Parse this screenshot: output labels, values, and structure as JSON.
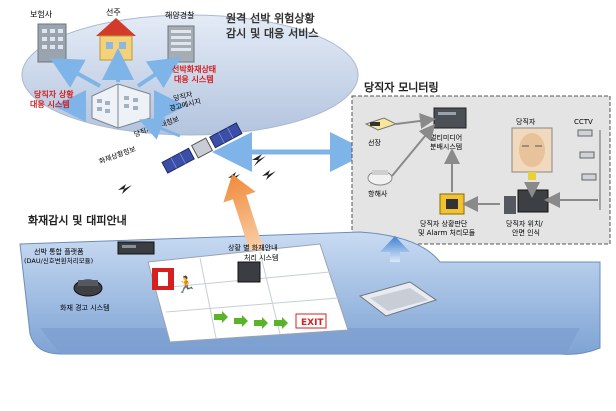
{
  "remote": {
    "title_line1": "원격 선박 위험상황",
    "title_line2": "감시 및 대응 서비스",
    "insurer": "보험사",
    "owner": "선주",
    "coast_guard": "해양경찰",
    "ship_fire_line1": "선박화재상태",
    "ship_fire_line2": "대응 시스템",
    "watch_status_line1": "당직자 상황",
    "watch_status_line2": "대응 시스템",
    "ship_alarm_line1": "당직자",
    "ship_alarm_line2": "경고메시지"
  },
  "satellite": {
    "status_info": "당직자 상태정보",
    "fire_info": "화재상황정보"
  },
  "monitoring": {
    "title": "당직자 모니터링",
    "bridge": "선장",
    "navigator": "항해사",
    "multimedia_line1": "멀티미디어",
    "multimedia_line2": "분배시스템",
    "watch_person": "당직자",
    "cctv": "CCTV",
    "judge_line1": "당직자 상황판단",
    "judge_line2": "및 Alarm 처리모듈",
    "position_line1": "당직자 위치/",
    "position_line2": "안면 인식"
  },
  "ship": {
    "fire_title": "화재감시 및 대피안내",
    "platform_line1": "선박 통합 플랫폼",
    "platform_line2": "(DAU/신호변환처리모듈)",
    "fire_alarm": "화재 경고 시스템",
    "guide_line1": "상황 별 화재안내",
    "guide_line2": "처리 시스템",
    "exit": "EXIT"
  },
  "colors": {
    "ellipse": "#c9d6ea",
    "ship_body": "#8fb0dc",
    "monitor_bg": "#e3e3e3",
    "red_text": "#d42020",
    "arrow_blue": "#6aa7e4",
    "arrow_orange": "#f2a05a"
  }
}
